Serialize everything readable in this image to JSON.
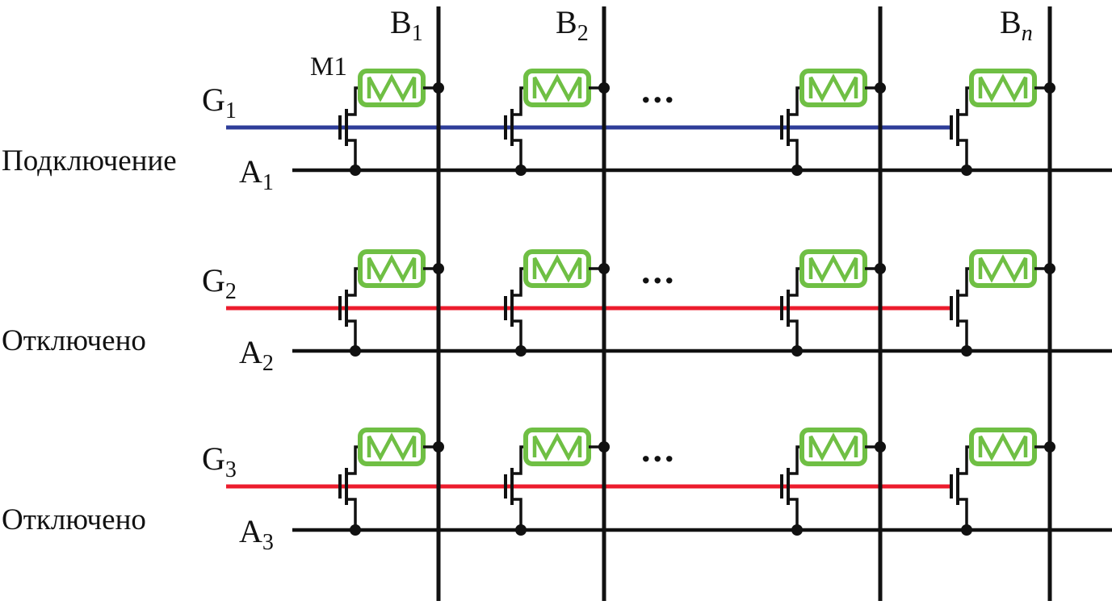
{
  "diagram": {
    "type": "memristor-crossbar-array-schematic",
    "memristor_label": "M1",
    "ellipsis": "...",
    "bit_lines": [
      {
        "main": "B",
        "sub": "1"
      },
      {
        "main": "B",
        "sub": "2"
      },
      {
        "main": "B",
        "sub": "n"
      }
    ],
    "rows": [
      {
        "gate": {
          "main": "G",
          "sub": "1"
        },
        "access": {
          "main": "A",
          "sub": "1"
        },
        "state": "Подключение",
        "state_key": "connected",
        "state_color": "#2e3d99"
      },
      {
        "gate": {
          "main": "G",
          "sub": "2"
        },
        "access": {
          "main": "A",
          "sub": "2"
        },
        "state": "Отключено",
        "state_key": "disconnected",
        "state_color": "#ec1c2d"
      },
      {
        "gate": {
          "main": "G",
          "sub": "3"
        },
        "access": {
          "main": "A",
          "sub": "3"
        },
        "state": "Отключено",
        "state_key": "disconnected",
        "state_color": "#ec1c2d"
      }
    ],
    "colors": {
      "connected": "#2e3d99",
      "disconnected": "#ec1c2d",
      "memristor": "#6fbf44",
      "memristor_label": "#0f9c49",
      "wire": "#111111"
    }
  }
}
